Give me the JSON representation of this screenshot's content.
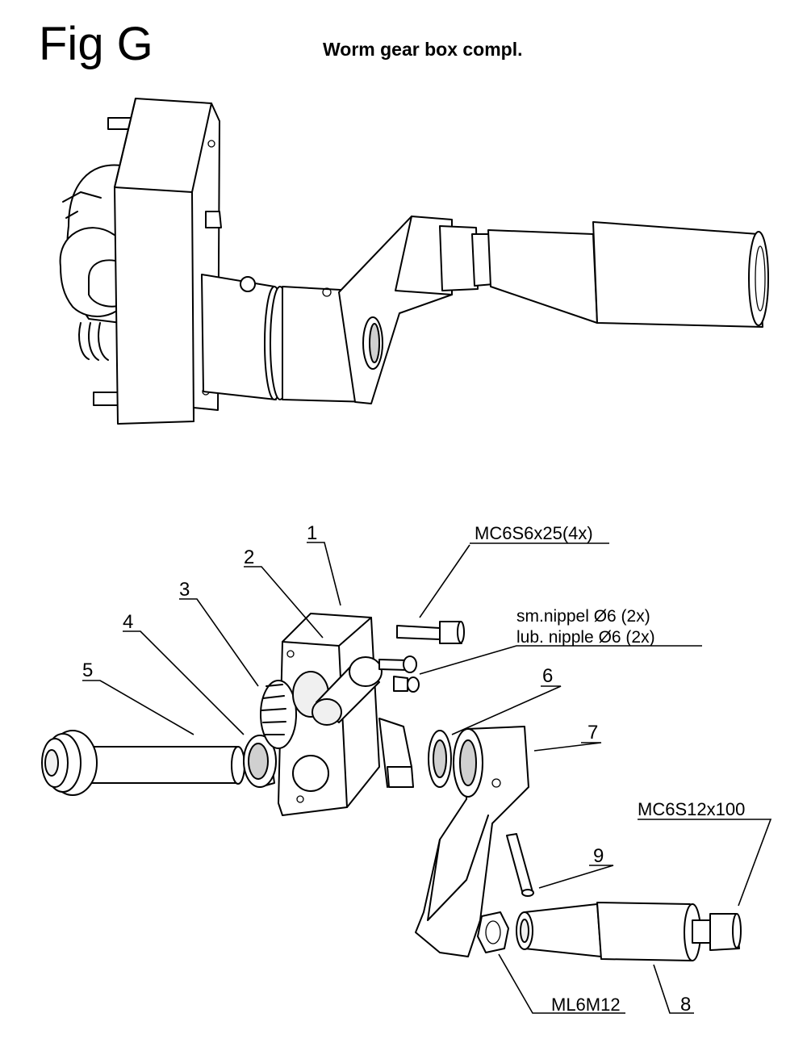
{
  "header": {
    "figure_label": "Fig G",
    "subtitle": "Worm gear box compl."
  },
  "callouts": {
    "part_1": "1",
    "part_2": "2",
    "part_3": "3",
    "part_4": "4",
    "part_5": "5",
    "part_6": "6",
    "part_7": "7",
    "part_8": "8",
    "part_9": "9",
    "screw_mc6s6x25": "MC6S6x25(4x)",
    "nipple_sm": "sm.nippel Ø6  (2x)",
    "nipple_lub": "lub. nipple  Ø6  (2x)",
    "screw_mc6s12x100": "MC6S12x100",
    "nut_ml6m12": "ML6M12"
  }
}
